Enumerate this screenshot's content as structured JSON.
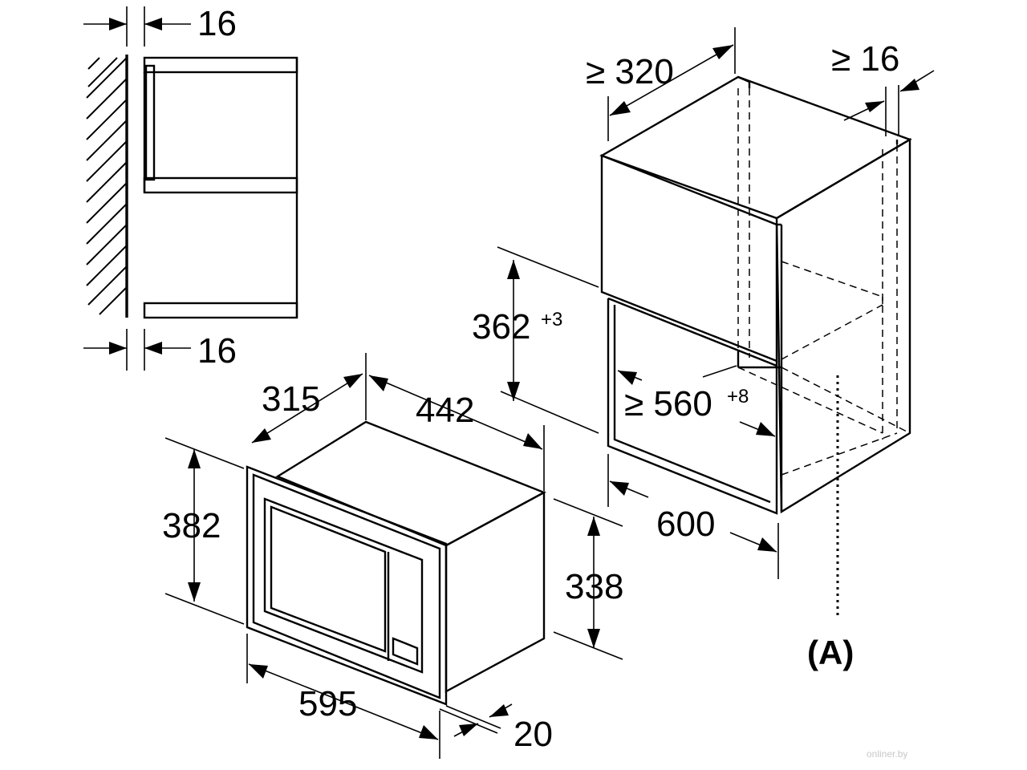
{
  "dimensions": {
    "side_top_gap": "16",
    "side_bottom_gap": "16",
    "depth_oven": "315",
    "width_oven_top": "442",
    "height_front": "382",
    "height_body": "338",
    "width_front": "595",
    "front_thickness": "20",
    "niche_height": "362",
    "niche_height_tol": "+3",
    "niche_width": "≥ 560",
    "niche_width_tol": "+8",
    "cabinet_width": "600",
    "cabinet_depth": "≥ 320",
    "cabinet_side_gap": "≥ 16",
    "marker": "(A)"
  },
  "watermark": "onliner.by"
}
